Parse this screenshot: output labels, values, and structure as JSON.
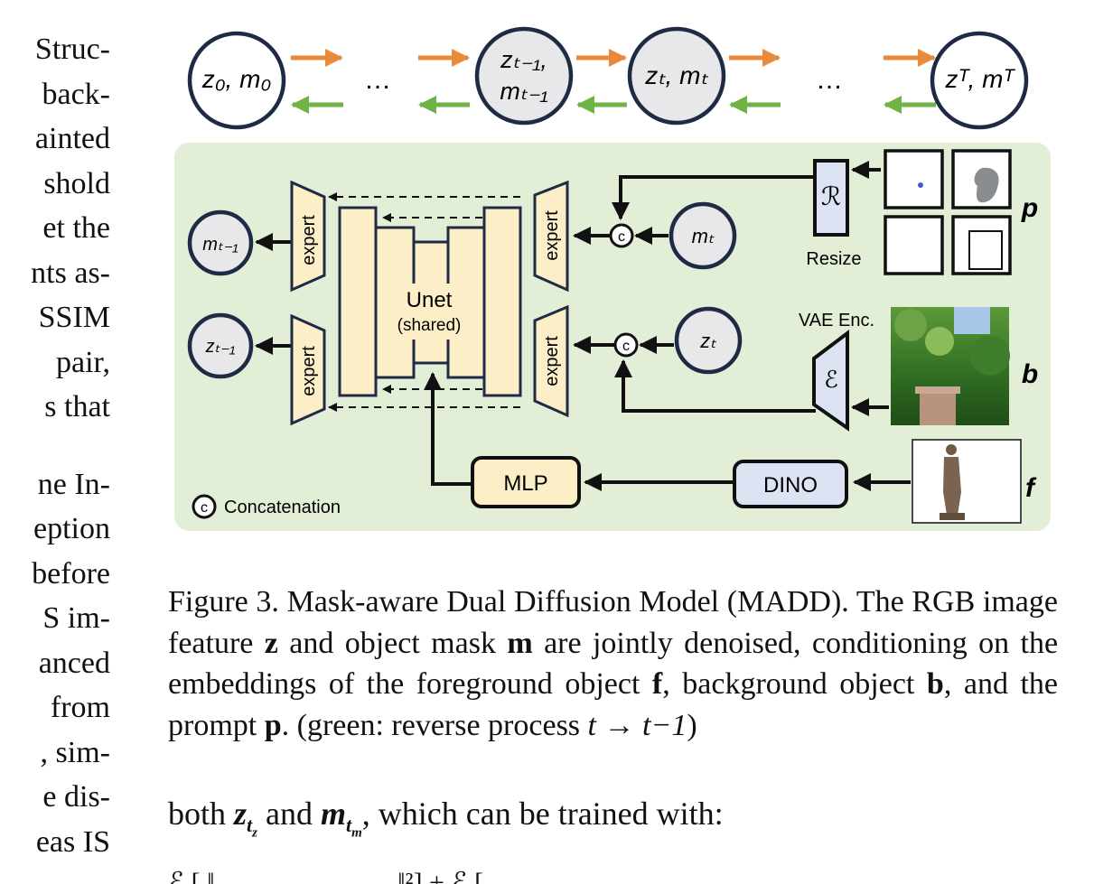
{
  "left_column_lines": [
    "Struc-",
    "back-",
    "ainted",
    "shold",
    "et the",
    "nts as-",
    "SSIM",
    "pair,",
    "s that",
    "",
    "ne In-",
    "eption",
    "before",
    "S im-",
    "anced",
    "from",
    ", sim-",
    "e dis-",
    "eas IS"
  ],
  "figure": {
    "chain": {
      "node_first": "z₀, m₀",
      "ellipsis": "…",
      "node_prev_line1": "zₜ₋₁,",
      "node_prev_line2": "mₜ₋₁",
      "node_t": "zₜ, mₜ",
      "node_last": "zᵀ, mᵀ"
    },
    "panel": {
      "out_mask": "mₜ₋₁",
      "out_z": "zₜ₋₁",
      "expert_label": "expert",
      "unet_title": "Unet",
      "unet_subtitle": "(shared)",
      "concat_symbol": "c",
      "in_mask": "mₜ",
      "in_z": "zₜ",
      "resize_symbol": "ℛ",
      "resize_label": "Resize",
      "vae_label": "VAE Enc.",
      "encoder_symbol": "ℰ",
      "mlp_label": "MLP",
      "dino_label": "DINO",
      "legend_label": "Concatenation",
      "prompt_letter": "p",
      "background_letter": "b",
      "foreground_letter": "f"
    },
    "colors": {
      "forward_arrow": "#E8893C",
      "reverse_arrow": "#6FB245",
      "panel_bg": "#E3EED7",
      "node_fill": "#E8E8EA",
      "node_border": "#1F2A44",
      "unet_fill": "#FCEFC8",
      "dino_fill": "#DCE3F3"
    }
  },
  "caption": {
    "label": "Figure 3.",
    "s1": "Mask-aware Dual Diffusion Model (MADD). The RGB image feature",
    "z": "z",
    "s2": "and object mask",
    "m": "m",
    "s3": "are jointly denoised, conditioning on the embeddings of the foreground object",
    "f": "f",
    "s4": ", background object",
    "b": "b",
    "s5": ", and the prompt",
    "p": "p",
    "s6": ". (green: reverse process",
    "t_from": "t",
    "arrow": "→",
    "t_to": "t−1",
    "s7": ")"
  },
  "body": {
    "prefix": "both",
    "z": "z",
    "tz1": "t",
    "tz2": "z",
    "and": "and",
    "m": "m",
    "tm1": "t",
    "tm2": "m",
    "suffix": ", which can be trained with:"
  },
  "equation_strip": "ℰ [ ‖                           ‖²] + ℰ ["
}
